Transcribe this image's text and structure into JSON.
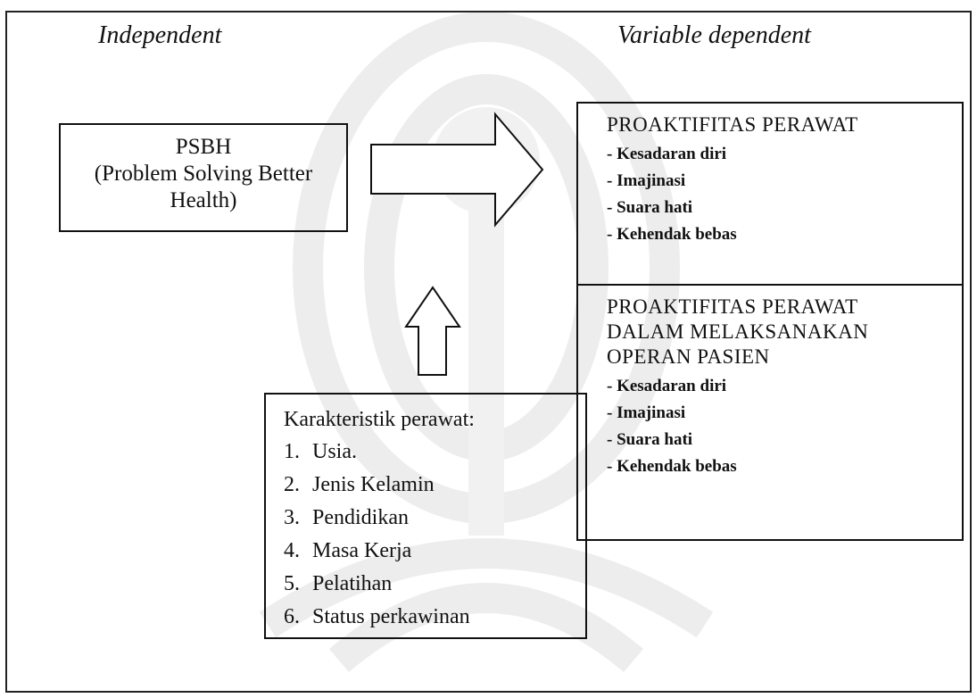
{
  "headings": {
    "left": "Independent",
    "right": "Variable dependent"
  },
  "psbh_box": {
    "line1": "PSBH",
    "line2": "(Problem Solving Better",
    "line3": "Health)"
  },
  "dependent_box_1": {
    "title": "PROAKTIFITAS PERAWAT",
    "items": [
      "Kesadaran diri",
      "Imajinasi",
      "Suara hati",
      "Kehendak bebas"
    ]
  },
  "dependent_box_2": {
    "title_lines": [
      "PROAKTIFITAS PERAWAT",
      "DALAM MELAKSANAKAN",
      "OPERAN PASIEN"
    ],
    "items": [
      "Kesadaran diri",
      "Imajinasi",
      "Suara hati",
      "Kehendak bebas"
    ]
  },
  "characteristics_box": {
    "title": "Karakteristik perawat:",
    "items": [
      {
        "num": "1.",
        "label": "Usia."
      },
      {
        "num": "2.",
        "label": "Jenis Kelamin"
      },
      {
        "num": "3.",
        "label": "Pendidikan"
      },
      {
        "num": "4.",
        "label": "Masa Kerja"
      },
      {
        "num": "5.",
        "label": "Pelatihan"
      },
      {
        "num": "6.",
        "label": "Status perkawinan"
      }
    ]
  },
  "colors": {
    "line": "#111111",
    "watermark": "#ececec"
  }
}
